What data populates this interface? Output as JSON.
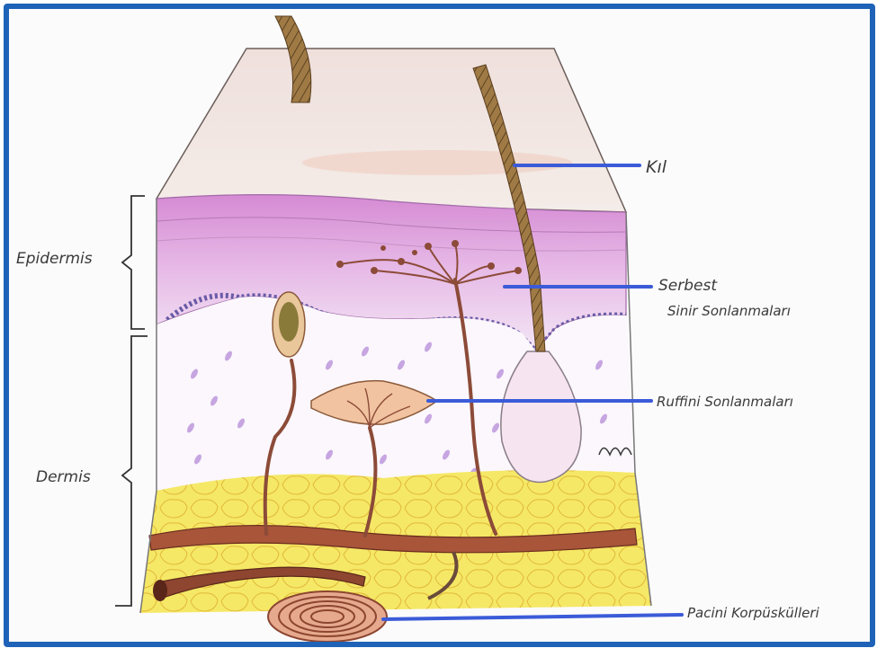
{
  "labels": {
    "hair": "Kıl",
    "free_nerve_1": "Serbest",
    "free_nerve_2": "Sinir Sonlanmaları",
    "ruffini": "Ruffini Sonlanmaları",
    "pacini": "Pacini Korpüskülleri",
    "epidermis": "Epidermis",
    "dermis": "Dermis"
  },
  "colors": {
    "frame": "#1f63b8",
    "pointer_line": "#3b5bd8",
    "epidermis": "#d79bd6",
    "fat": "#f3e35a",
    "vessel": "#9a4a34",
    "hair": "#8b6a3c",
    "nerve": "#8c4b38"
  }
}
